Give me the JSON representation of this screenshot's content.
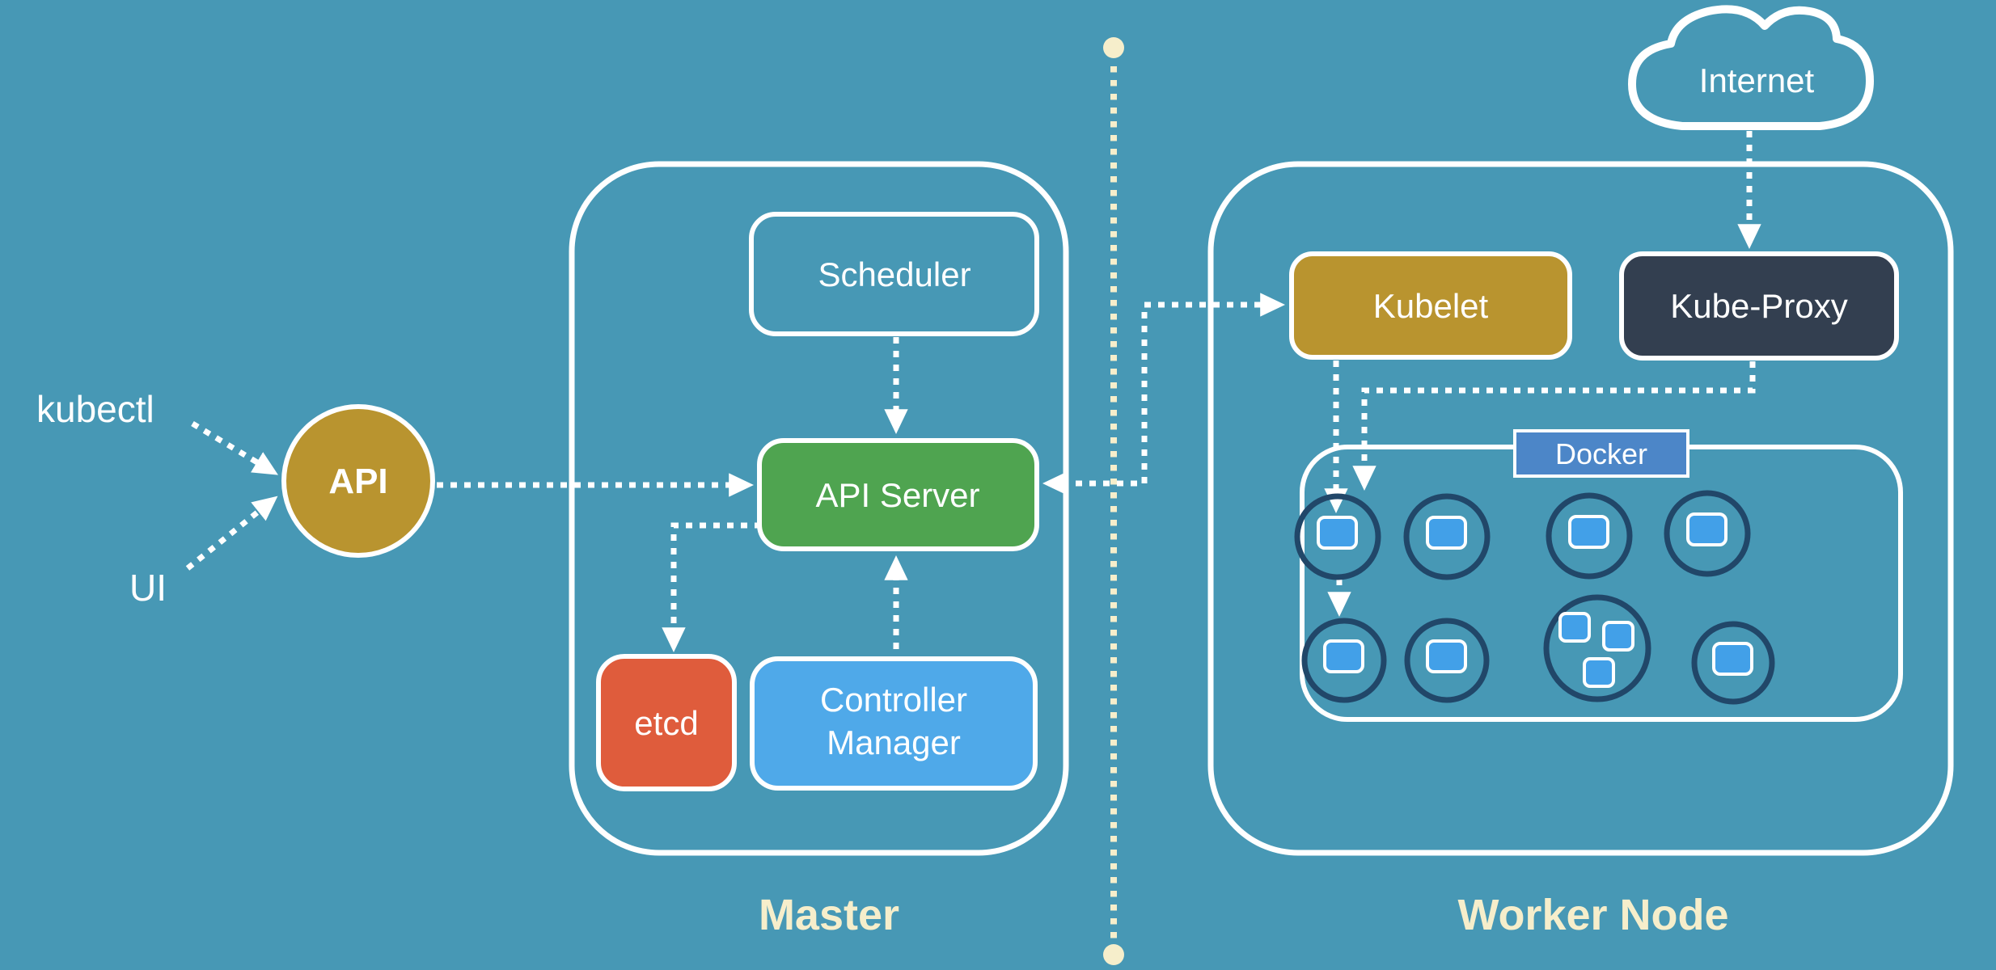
{
  "colors": {
    "background": "#4798b5",
    "gold": "#b9942f",
    "green": "#4fa450",
    "orange": "#df5c3c",
    "light_blue": "#4fa9e9",
    "docker_blue": "#4c86c8",
    "navy": "#333f50",
    "pod_outline": "#214769",
    "pod_square": "#42a0e8",
    "cream": "#f6eecb",
    "white": "#ffffff"
  },
  "labels": {
    "kubectl": "kubectl",
    "ui": "UI",
    "internet": "Internet",
    "api": "API",
    "scheduler": "Scheduler",
    "api_server": "API Server",
    "etcd": "etcd",
    "controller_manager_line1": "Controller",
    "controller_manager_line2": "Manager",
    "kubelet": "Kubelet",
    "kube_proxy": "Kube-Proxy",
    "docker": "Docker",
    "master": "Master",
    "worker_node": "Worker Node"
  }
}
